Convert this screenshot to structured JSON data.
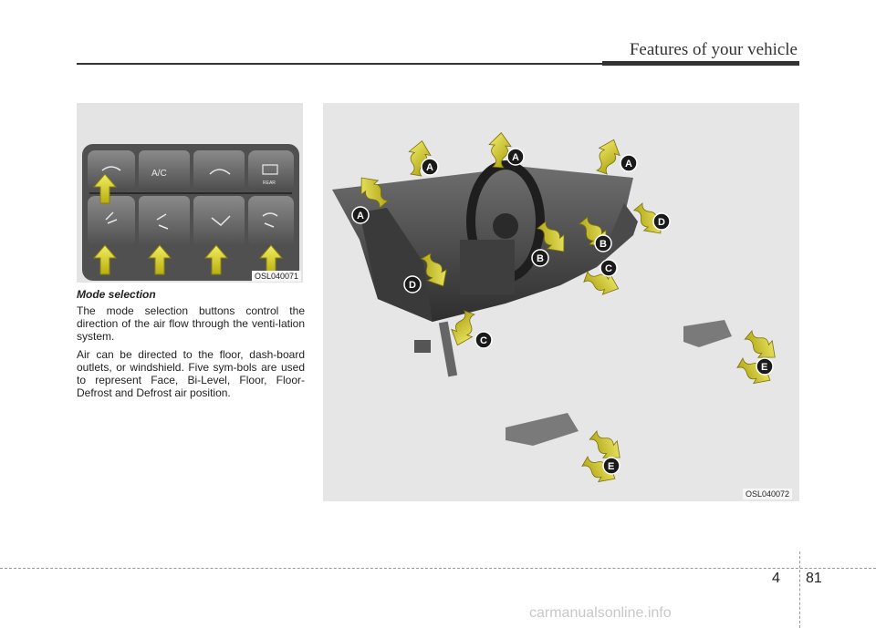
{
  "header": {
    "title": "Features of your vehicle"
  },
  "figure_left": {
    "code": "OSL040071",
    "button_labels": [
      "A/C",
      "REAR"
    ]
  },
  "figure_right": {
    "code": "OSL040072",
    "outlet_labels": [
      "A",
      "A",
      "A",
      "A",
      "B",
      "B",
      "C",
      "C",
      "D",
      "D",
      "E",
      "E"
    ]
  },
  "section": {
    "title": "Mode selection",
    "paragraphs": [
      "The mode selection buttons control the direction of the air flow through the venti-lation system.",
      "Air can be directed to the floor, dash-board outlets, or windshield. Five sym-bols are used to represent Face, Bi-Level, Floor, Floor-Defrost and Defrost air position."
    ]
  },
  "footer": {
    "chapter": "4",
    "page": "81",
    "watermark": "carmanualsonline.info"
  },
  "colors": {
    "arrow": "#d8d018",
    "arrow_dark": "#8a7e10",
    "panel": "#6a6a6a"
  }
}
